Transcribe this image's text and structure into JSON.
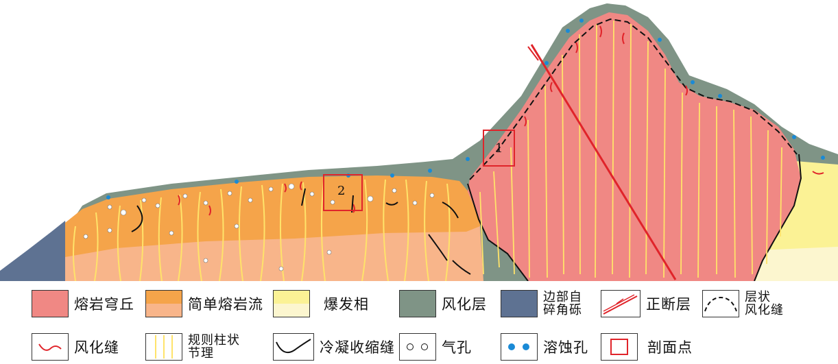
{
  "colors": {
    "dome": "#f08884",
    "flow_upper": "#f5a44a",
    "flow_lower": "#f8b58a",
    "explosive": "#fbf295",
    "explosive_lower": "#fcf6cf",
    "weathered": "#7f9486",
    "breccia": "#5e7292",
    "joint": "#ffe36a",
    "crack_red": "#e0242a",
    "fault": "#e0242a",
    "dissolution": "#1a8ad6"
  },
  "profile": {
    "point_1": "1",
    "point_2": "2"
  },
  "legend": {
    "dome": "熔岩穹丘",
    "simple_flow": "简单熔岩流",
    "explosive": "爆发相",
    "weathered_layer": "风化层",
    "edge_breccia": [
      "边部自",
      "碎角砾"
    ],
    "normal_fault": "正断层",
    "layered_crack": [
      "层状",
      "风化缝"
    ],
    "weathering_crack": "风化缝",
    "columnar_joint": [
      "规则柱状",
      "节理"
    ],
    "cooling_crack": "冷凝收缩缝",
    "vesicle": "气孔",
    "dissolution_pore": "溶蚀孔",
    "profile_point": "剖面点"
  }
}
